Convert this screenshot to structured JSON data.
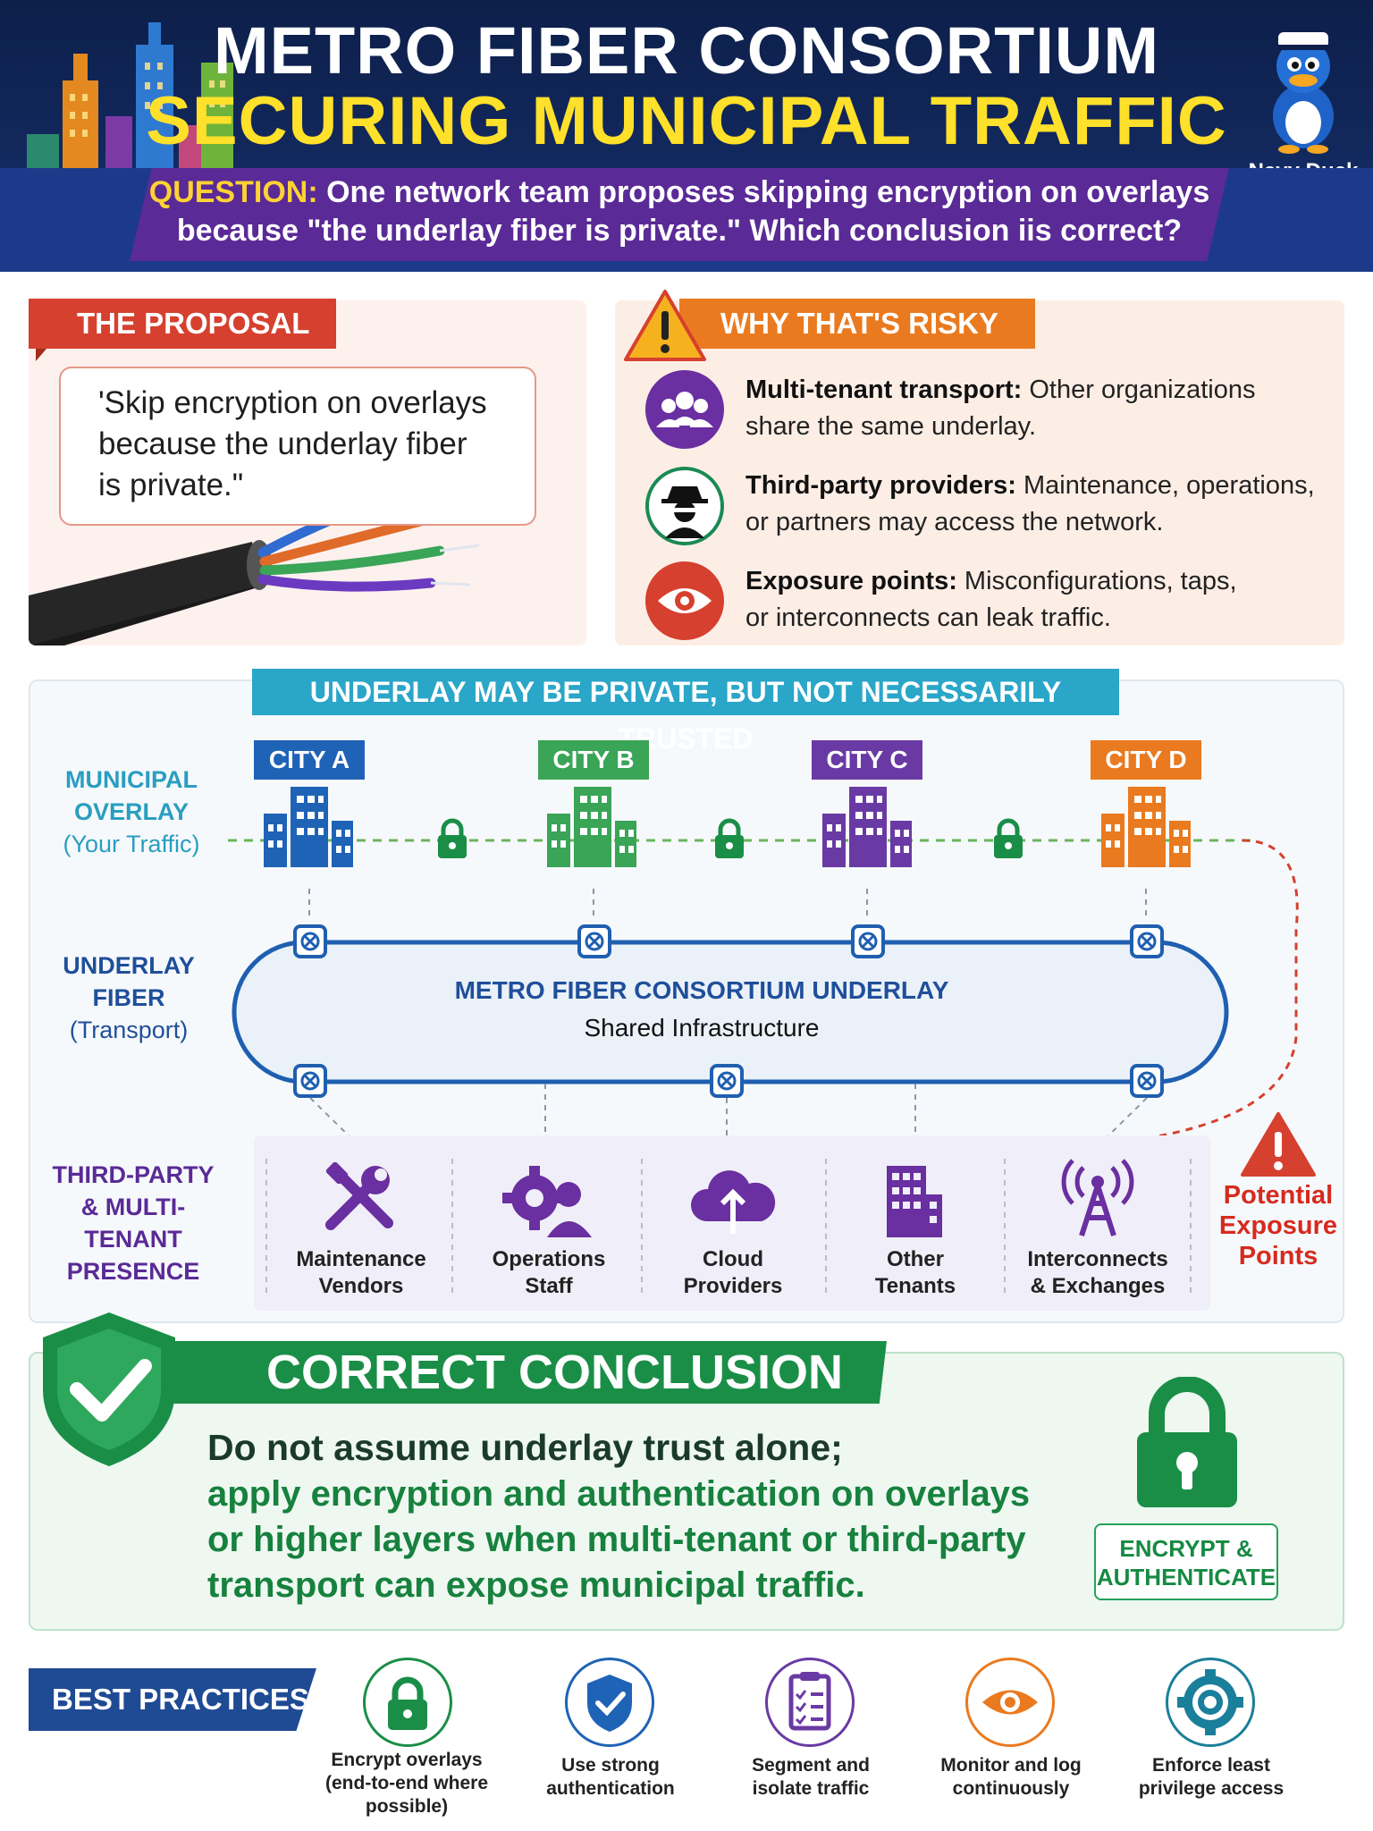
{
  "header": {
    "title_line1": "METRO FIBER CONSORTIUM",
    "title_line2": "SECURING MUNICIPAL TRAFFIC",
    "question_label": "QUESTION:",
    "question_line1": " One network team proposes skipping encryption on overlays",
    "question_line2": "because \"the underlay fiber is private.\" Which conclusion iis correct?",
    "mascot_name": "Navy Duck"
  },
  "proposal": {
    "tag": "THE PROPOSAL",
    "quote_line1": "'Skip encryption on overlays",
    "quote_line2": "because the underlay fiber",
    "quote_line3": "is private.\""
  },
  "risky": {
    "tag": "WHY THAT'S RISKY",
    "items": [
      {
        "title": "Multi-tenant transport:",
        "text": " Other organizations",
        "text2": "share the same underlay.",
        "icon": "people-group-icon",
        "color": "#6a2fa0"
      },
      {
        "title": "Third-party providers:",
        "text": " Maintenance, operations,",
        "text2": "or partners may access the network.",
        "icon": "spy-icon",
        "color": "#1a8a54"
      },
      {
        "title": "Exposure points:",
        "text": " Misconfigurations, taps,",
        "text2": "or interconnects can leak traffic.",
        "icon": "eye-icon",
        "color": "#d6402f"
      }
    ]
  },
  "diagram": {
    "banner": "UNDERLAY MAY BE PRIVATE, BUT NOT NECESSARILY TRUSTED",
    "overlay_label": {
      "line1": "MUNICIPAL",
      "line2": "OVERLAY",
      "sub": "(Your Traffic)"
    },
    "underlay_label": {
      "line1": "UNDERLAY",
      "line2": "FIBER",
      "sub": "(Transport)"
    },
    "third_party_label": {
      "line1": "THIRD-PARTY",
      "line2": "& MULTI-TENANT",
      "line3": "PRESENCE"
    },
    "cities": [
      {
        "name": "CITY A",
        "color": "#1f63b6"
      },
      {
        "name": "CITY B",
        "color": "#3aa457"
      },
      {
        "name": "CITY C",
        "color": "#6a3aa4"
      },
      {
        "name": "CITY D",
        "color": "#ea7a1f"
      }
    ],
    "underlay_title": "METRO FIBER CONSORTIUM UNDERLAY",
    "underlay_sub": "Shared Infrastructure",
    "parties": [
      {
        "line1": "Maintenance",
        "line2": "Vendors",
        "icon": "tools-icon"
      },
      {
        "line1": "Operations",
        "line2": "Staff",
        "icon": "gear-person-icon"
      },
      {
        "line1": "Cloud",
        "line2": "Providers",
        "icon": "cloud-icon"
      },
      {
        "line1": "Other",
        "line2": "Tenants",
        "icon": "building-icon"
      },
      {
        "line1": "Interconnects",
        "line2": "& Exchanges",
        "icon": "antenna-icon"
      }
    ],
    "exposure": {
      "line1": "Potential",
      "line2": "Exposure",
      "line3": "Points"
    }
  },
  "conclusion": {
    "banner": "CORRECT CONCLUSION",
    "line1": "Do not assume underlay trust alone;",
    "line2": "apply encryption and authentication on overlays",
    "line3": "or higher layers when multi-tenant or third-party",
    "line4": "transport can expose municipal traffic.",
    "badge_line1": "ENCRYPT &",
    "badge_line2": "AUTHENTICATE"
  },
  "best_practices": {
    "tag": "BEST PRACTICES",
    "items": [
      {
        "line1": "Encrypt overlays",
        "line2": "(end-to-end where",
        "line3": "possible)",
        "icon": "lock-icon",
        "color": "#1a8e47"
      },
      {
        "line1": "Use strong",
        "line2": "authentication",
        "line3": "",
        "icon": "shield-check-icon",
        "color": "#1f63b6"
      },
      {
        "line1": "Segment and",
        "line2": "isolate traffic",
        "line3": "",
        "icon": "checklist-icon",
        "color": "#6a3aa4"
      },
      {
        "line1": "Monitor and log",
        "line2": "continuously",
        "line3": "",
        "icon": "eye-icon",
        "color": "#ea7a1f"
      },
      {
        "line1": "Enforce least",
        "line2": "privilege access",
        "line3": "",
        "icon": "gear-icon",
        "color": "#1a7f9a"
      }
    ]
  }
}
